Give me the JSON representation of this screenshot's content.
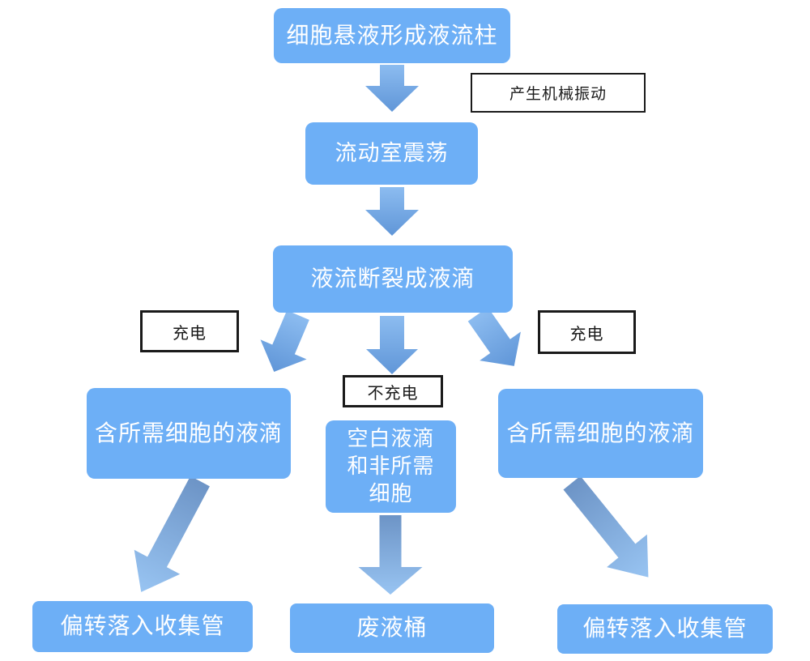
{
  "colors": {
    "bg": "#FFFFFF",
    "box_fill": "#6DAFF6",
    "box_text": "#FFFFFF",
    "ann_bg": "#FFFFFF",
    "ann_border": "#1A1A1A",
    "ann_text": "#1A1A1A",
    "arrow_up_a": "#8CBCF0",
    "arrow_up_b": "#6096D8",
    "arrow_low_a": "#6D94C6",
    "arrow_low_b": "#98C4F2"
  },
  "nodes": {
    "top": {
      "label": "细胞悬液形成液流柱"
    },
    "vibration_note": {
      "label": "产生机械振动"
    },
    "flow_chamber": {
      "label": "流动室震荡"
    },
    "droplet_break": {
      "label": "液流断裂成液滴"
    },
    "charge_left": {
      "label": "充电"
    },
    "charge_right": {
      "label": "充电"
    },
    "no_charge": {
      "label": "不充电"
    },
    "target_left": {
      "label": "含所需细胞的液滴"
    },
    "blank_mid": {
      "label": "空白液滴\n和非所需\n细胞"
    },
    "target_right": {
      "label": "含所需细胞的液滴"
    },
    "collect_left": {
      "label": "偏转落入收集管"
    },
    "waste": {
      "label": "废液桶"
    },
    "collect_right": {
      "label": "偏转落入收集管"
    }
  },
  "arrows": [
    {
      "name": "arrow-top-to-chamber",
      "from": "top",
      "to": "flow_chamber",
      "direction": "down"
    },
    {
      "name": "arrow-chamber-to-break",
      "from": "flow_chamber",
      "to": "droplet_break",
      "direction": "down"
    },
    {
      "name": "arrow-break-to-target-left",
      "from": "droplet_break",
      "to": "target_left",
      "direction": "down-left"
    },
    {
      "name": "arrow-break-to-blank",
      "from": "droplet_break",
      "to": "blank_mid",
      "direction": "down"
    },
    {
      "name": "arrow-break-to-target-right",
      "from": "droplet_break",
      "to": "target_right",
      "direction": "down-right"
    },
    {
      "name": "arrow-target-left-to-collect",
      "from": "target_left",
      "to": "collect_left",
      "direction": "down-left"
    },
    {
      "name": "arrow-blank-to-waste",
      "from": "blank_mid",
      "to": "waste",
      "direction": "down"
    },
    {
      "name": "arrow-target-right-to-collect",
      "from": "target_right",
      "to": "collect_right",
      "direction": "down-right"
    }
  ]
}
